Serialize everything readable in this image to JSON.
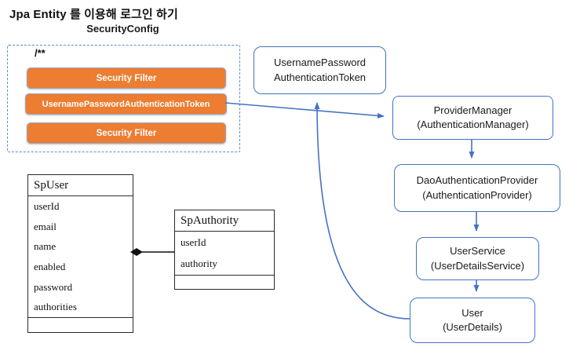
{
  "page_title": "Jpa Entity 를 이용해 로그인 하기",
  "section_label": "SecurityConfig",
  "colors": {
    "accent_orange": "#ED7D31",
    "accent_blue": "#4472C4",
    "table_border": "#2b2b2b"
  },
  "security_config_box": {
    "comment": "/**",
    "layers": [
      {
        "label": "Security Filter"
      },
      {
        "label": "UsernamePasswordAuthenticationToken"
      },
      {
        "label": "Security Filter"
      }
    ]
  },
  "flow": [
    {
      "name": "username-password-authentication-token",
      "line1": "UsernamePassword",
      "line2": "AuthenticationToken"
    },
    {
      "name": "provider-manager",
      "line1": "ProviderManager",
      "line2": "(AuthenticationManager)"
    },
    {
      "name": "dao-authentication-provider",
      "line1": "DaoAuthenticationProvider",
      "line2": "(AuthenticationProvider)"
    },
    {
      "name": "user-service",
      "line1": "UserService",
      "line2": "(UserDetailsService)"
    },
    {
      "name": "user",
      "line1": "User",
      "line2": "(UserDetails)"
    }
  ],
  "entities": {
    "sp_user": {
      "title": "SpUser",
      "fields": [
        "userId",
        "email",
        "name",
        "enabled",
        "password",
        "authorities"
      ]
    },
    "sp_authority": {
      "title": "SpAuthority",
      "fields": [
        "userId",
        "authority"
      ]
    }
  }
}
